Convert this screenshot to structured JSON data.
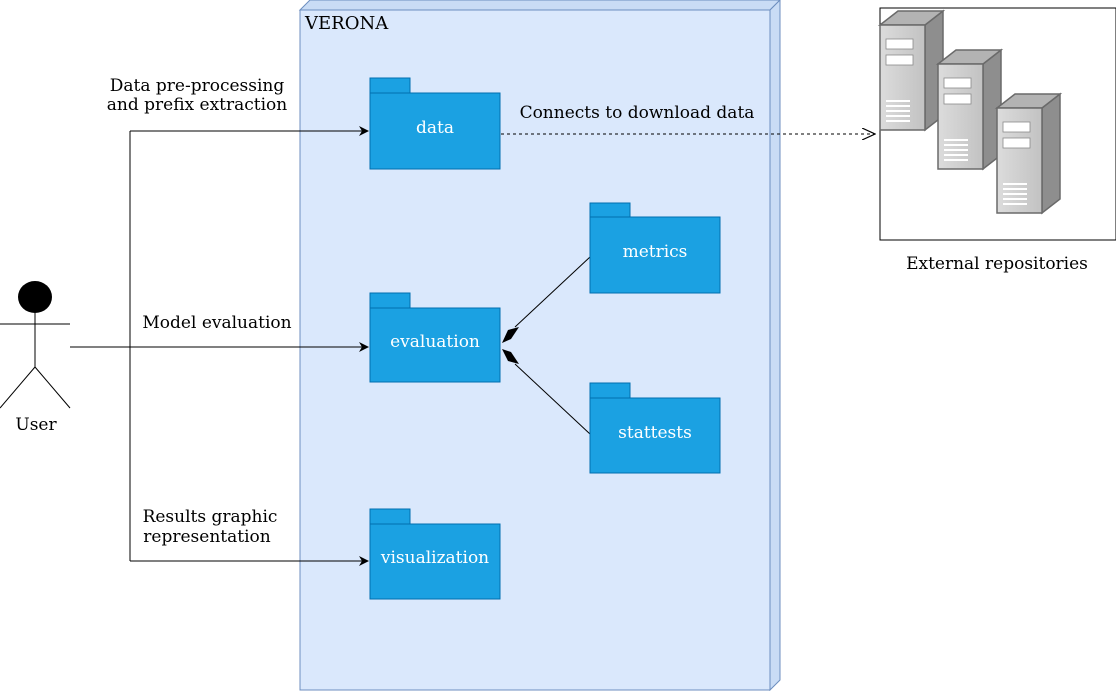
{
  "system": {
    "title": "VERONA",
    "fill": "#dae8fc",
    "border": "#6c8ebf"
  },
  "packages": {
    "data": "data",
    "evaluation": "evaluation",
    "metrics": "metrics",
    "stattests": "stattests",
    "visualization": "visualization",
    "fill": "#1ba1e2",
    "border": "#006eaf"
  },
  "actor": {
    "label": "User"
  },
  "edge_labels": {
    "preprocessing_line1": "Data pre-processing",
    "preprocessing_line2": "and prefix extraction",
    "model_evaluation": "Model evaluation",
    "results_line1": "Results graphic",
    "results_line2": "representation",
    "download": "Connects to download data"
  },
  "external": {
    "label": "External repositories"
  }
}
